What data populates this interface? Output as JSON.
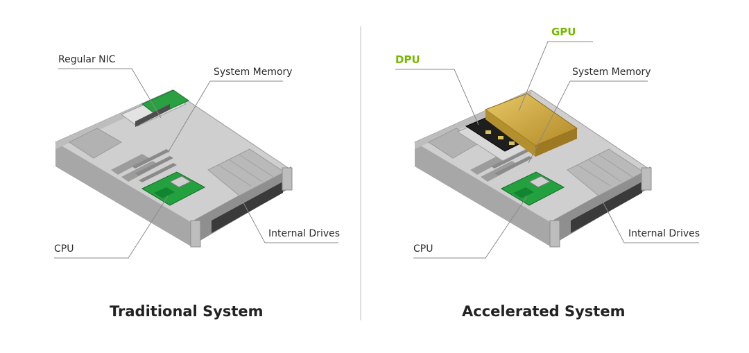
{
  "colors": {
    "accent": "#76b900",
    "chassis_light": "#d2d2d2",
    "chassis_mid": "#a9a9a9",
    "chassis_dark": "#7d7d7d",
    "board_green": "#1f9a3a",
    "gpu_gold": "#c8a23a",
    "leader_line": "#8a8a8a",
    "divider": "#c9c9c9"
  },
  "left": {
    "caption": "Traditional System",
    "labels": {
      "nic": "Regular NIC",
      "memory": "System Memory",
      "cpu": "CPU",
      "drives": "Internal Drives"
    }
  },
  "right": {
    "caption": "Accelerated System",
    "labels": {
      "dpu": "DPU",
      "gpu": "GPU",
      "memory": "System Memory",
      "cpu": "CPU",
      "drives": "Internal Drives"
    }
  }
}
